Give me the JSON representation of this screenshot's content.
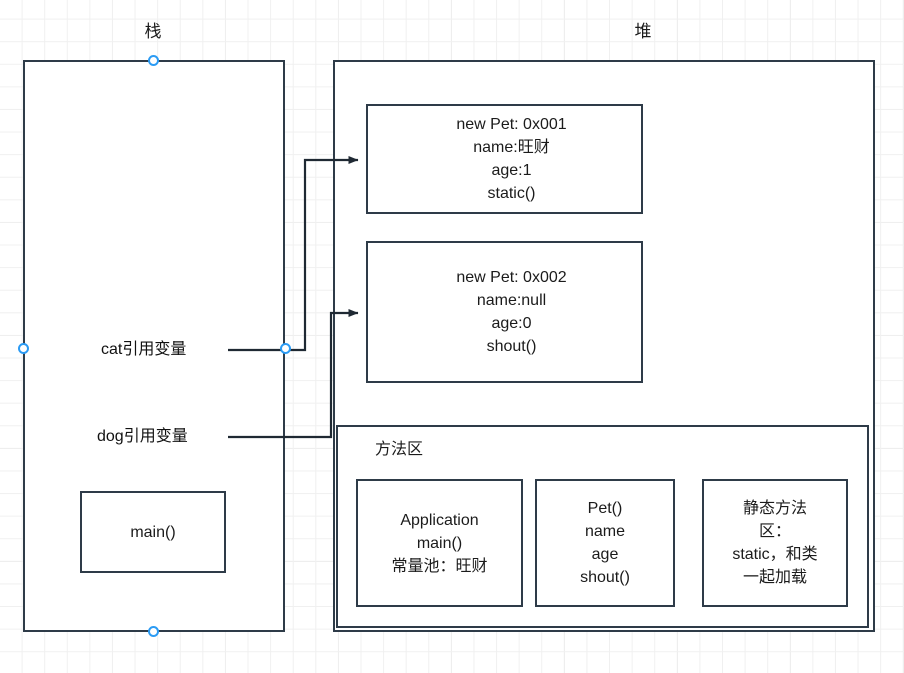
{
  "diagram": {
    "type": "jvm-memory-model",
    "background": "#ffffff",
    "grid_color": "#f0f0f0",
    "border_color": "#2e3b48",
    "anchor_color": "#2b9bf4"
  },
  "labels": {
    "stack_title": "栈",
    "heap_title": "堆",
    "cat_ref": "cat引用变量",
    "dog_ref": "dog引用变量"
  },
  "stack": {
    "frames": [
      {
        "name": "main-frame",
        "lines": [
          "main()"
        ]
      }
    ]
  },
  "heap": {
    "objects": [
      {
        "name": "pet-0x001",
        "lines": [
          "new Pet: 0x001",
          "name:旺财",
          "age:1",
          "static()"
        ]
      },
      {
        "name": "pet-0x002",
        "lines": [
          "new Pet: 0x002",
          "name:null",
          "age:0",
          "shout()"
        ]
      }
    ],
    "method_area": {
      "title": "方法区",
      "blocks": [
        {
          "name": "application-class",
          "lines": [
            "Application",
            "main()",
            "常量池：旺财"
          ]
        },
        {
          "name": "pet-class",
          "lines": [
            "Pet()",
            "name",
            "age",
            "shout()"
          ]
        },
        {
          "name": "static-area",
          "lines": [
            "静态方法",
            "区：",
            "static，和类",
            "一起加载"
          ]
        }
      ]
    }
  },
  "connections": [
    {
      "name": "cat-to-pet-0x001",
      "from": "cat引用变量",
      "to": "new Pet: 0x001"
    },
    {
      "name": "dog-to-pet-0x002",
      "from": "dog引用变量",
      "to": "new Pet: 0x002"
    }
  ]
}
